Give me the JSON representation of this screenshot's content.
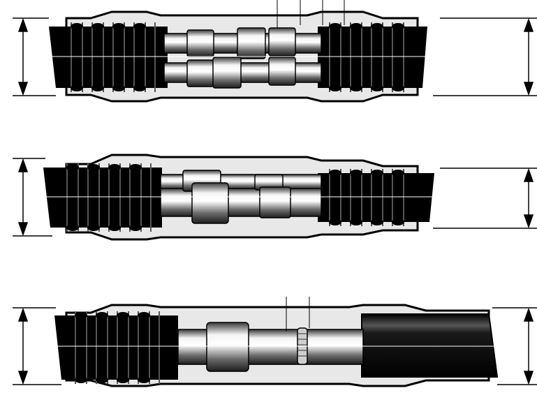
{
  "figure": {
    "panels": [
      {
        "id": "panel-1",
        "left_pipe": "corrugated",
        "right_pipe": "corrugated",
        "inner_pipes": 2,
        "welded_joint": false
      },
      {
        "id": "panel-2",
        "left_pipe": "corrugated",
        "right_pipe": "corrugated",
        "inner_pipes": 2,
        "welded_joint": false
      },
      {
        "id": "panel-3",
        "left_pipe": "corrugated",
        "right_pipe": "smooth",
        "inner_pipes": 1,
        "welded_joint": true
      }
    ],
    "colors": {
      "jacket": "#000000",
      "sleeve": "#e8e8e8",
      "steel_light": "#f2f2f2",
      "steel_dark": "#2e2e2e",
      "line": "#000000"
    }
  }
}
